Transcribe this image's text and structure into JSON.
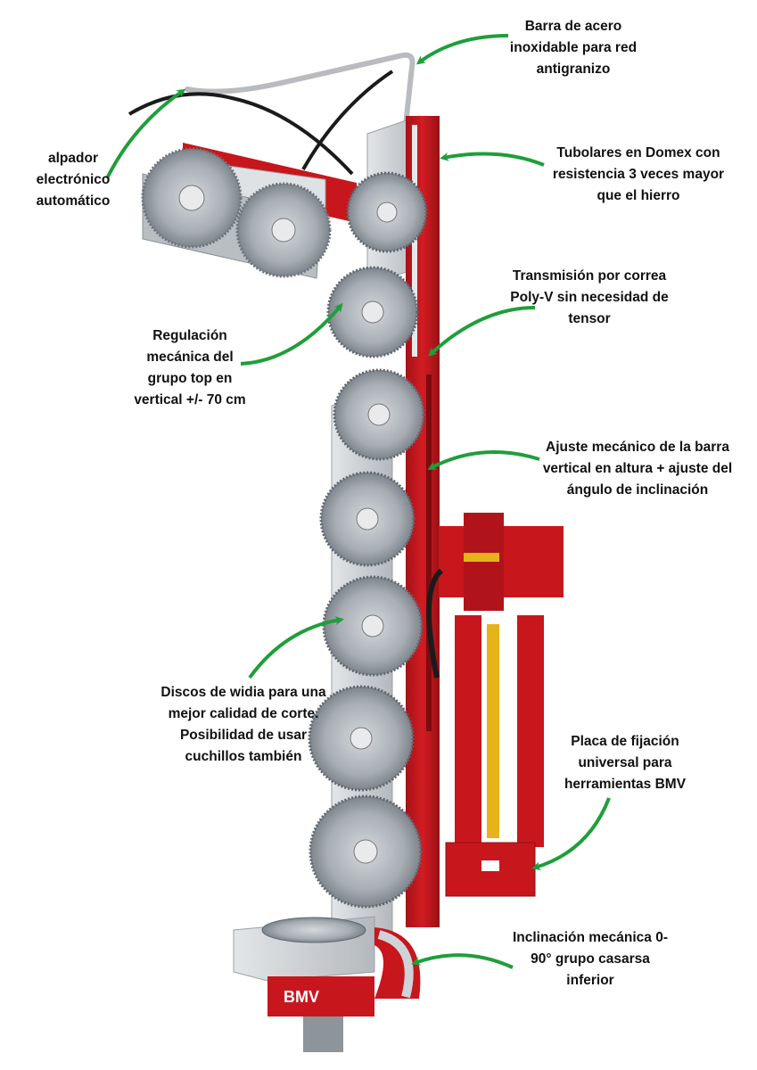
{
  "colors": {
    "machine_red": "#c8161d",
    "machine_dark_red": "#8e0f14",
    "steel": "#c9cdd2",
    "blade": "#9aa0a6",
    "arrow_green": "#1f9e3a",
    "hydraulic_yellow": "#e8b21a"
  },
  "brand": {
    "logo_text": "BMV"
  },
  "callouts": [
    {
      "id": "barra",
      "lines": [
        "Barra de acero",
        "inoxidable para red",
        "antigranizo"
      ]
    },
    {
      "id": "alpador",
      "lines": [
        "alpador",
        "electrónico",
        "automático"
      ]
    },
    {
      "id": "tubolares",
      "lines": [
        "Tubolares en Domex con",
        "resistencia 3 veces mayor",
        "que el hierro"
      ]
    },
    {
      "id": "transmision",
      "lines": [
        "Transmisión por correa",
        "Poly-V sin necesidad de",
        "tensor"
      ]
    },
    {
      "id": "regulacion",
      "lines": [
        "Regulación",
        "mecánica  del",
        "grupo top en",
        "vertical +/- 70 cm"
      ]
    },
    {
      "id": "ajuste",
      "lines": [
        "Ajuste mecánico de la barra",
        "vertical en altura + ajuste del",
        "ángulo de inclinación"
      ]
    },
    {
      "id": "discos",
      "lines": [
        "Discos de widia para una",
        "mejor calidad de corte.",
        "Posibilidad de usar",
        "cuchillos también"
      ]
    },
    {
      "id": "placa",
      "lines": [
        "Placa de fijación",
        "universal para",
        "herramientas BMV"
      ]
    },
    {
      "id": "inclinacion",
      "lines": [
        "Inclinación mecánica 0-",
        "90° grupo casarsa",
        "inferior"
      ]
    }
  ]
}
